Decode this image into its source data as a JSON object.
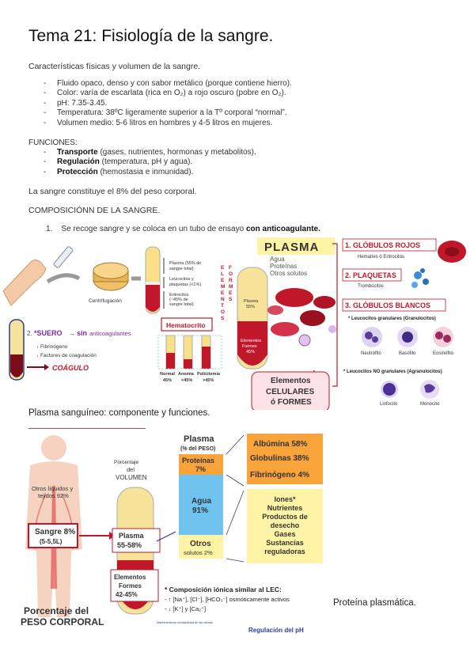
{
  "doc": {
    "title": "Tema 21: Fisiología de la sangre.",
    "subtitle": "Características físicas y volumen de la sangre.",
    "properties": [
      "Fluido opaco, denso y con sabor metálico (porque contiene hierro).",
      "Color: varía de escarlata (rica en O₂) a rojo oscuro (pobre en O₂).",
      "pH: 7.35-3.45.",
      "Temperatura: 38ºC ligeramente superior a la Tº corporal “normal”.",
      "Volumen medio: 5-6 litros en hombres y 4-5 litros en mujeres."
    ],
    "functions_heading": "FUNCIONES:",
    "functions": [
      {
        "term": "Transporte",
        "desc": " (gases, nutrientes, hormonas y metabolitos)."
      },
      {
        "term": "Regulación",
        "desc": " (temperatura, pH y agua)."
      },
      {
        "term": "Protección",
        "desc": " (hemostasia e inmunidad)."
      }
    ],
    "percent_line": "La sangre constituye el 8% del peso corporal.",
    "composition_heading": "COMPOSICIÓNN DE LA SANGRE.",
    "step1_number": "1.",
    "step1_text": "Se recoge sangre y se coloca en un tubo de ensayo ",
    "step1_bold": "con anticoagulante.",
    "plasma_caption": "Plasma sanguíneo: componente y funciones.",
    "protein_caption": "Proteína plasmática."
  },
  "fig1": {
    "centrifuge_label": "Centrifugación",
    "tube_plasma": [
      "Plasma (55% de",
      "sangre total)"
    ],
    "tube_leuco": [
      "Leucocitos y",
      "plaquetas (<1%)"
    ],
    "tube_eri": [
      "Eritrocitos",
      "(~45% de",
      "sangre total)"
    ],
    "hematocrito": "Hematocrito",
    "bars_labels": [
      "Normal",
      "Anemia",
      "Policitemia"
    ],
    "bars_values": [
      "45%",
      "<45%",
      ">45%"
    ],
    "vertical_elementos": "ELEMENTOS",
    "vertical_formes": "FORMES",
    "suero_number": "2.",
    "suero_label": "*SUERO",
    "suero_sin": "sin",
    "suero_anti": "anticoagulantes",
    "suero_items": [
      "↓ Fibrinógeno",
      "↓ Factores de coagulación"
    ],
    "coagulo": "COÁGULO",
    "plasma_title": "PLASMA",
    "plasma_items": [
      "Agua",
      "Proteínas",
      "Otros solutos"
    ],
    "big_tube_plasma": [
      "Plasma",
      "55%"
    ],
    "big_tube_elem": [
      "Elementos",
      "Formes",
      "45%"
    ],
    "elem_box": [
      "Elementos",
      "CELULARES",
      "ó FORMES"
    ],
    "rbc_title": "1. GLÓBULOS ROJOS",
    "rbc_sub": "Hematíes ó Eritrocitos",
    "plaq_title": "2. PLAQUETAS",
    "plaq_sub": "Trombocitos",
    "wbc_title": "3. GLÓBULOS BLANCOS",
    "granular_label": "* Leucocitos granulares  (Granulocitos)",
    "granular_cells": [
      "Neutrófilo",
      "Basófilo",
      "Eosinófilo"
    ],
    "agranular_label": "* Leucocitos NO granulares (Agranulocitos)",
    "agranular_cells": [
      "Linfocito",
      "Monocito"
    ]
  },
  "fig2": {
    "otros_liquidos": [
      "Otros líquidos y",
      "tejidos 92%"
    ],
    "sangre_box": [
      "Sangre 8%",
      "(5-5,5L)"
    ],
    "peso_label": [
      "Porcentaje del",
      "PESO CORPORAL"
    ],
    "volumen_label": [
      "Porcentaje",
      "del",
      "VOLUMEN"
    ],
    "plasma_box": [
      "Plasma",
      "55-58%"
    ],
    "elem_box": [
      "Elementos",
      "Formes",
      "42-45%"
    ],
    "plasma_peso": [
      "Plasma",
      "(% del PESO)"
    ],
    "proteinas": [
      "Proteínas",
      "7%"
    ],
    "agua": [
      "Agua",
      "91%"
    ],
    "otros": [
      "Otros",
      "solutos 2%"
    ],
    "proteins_list": [
      "Albúmina 58%",
      "Globulinas 38%",
      "Fibrinógeno 4%"
    ],
    "solutes_list": [
      "Iones*",
      "Nutrientes",
      "Productos de",
      "desecho",
      "Gases",
      "Sustancias",
      "reguladoras"
    ],
    "ionic_title": "* Composición iónica similar al LEC:",
    "ionic_line1": "- ↑ [Na⁺], [Cl⁻], [HCO₃⁻] osmóticamente activos",
    "ionic_line2": "- ↓ [K⁺] y [Ca₂⁺]",
    "small_note": "Mantenimiento excitabilidad de las células",
    "ph_note": "Regulación del pH"
  },
  "colors": {
    "blood_red": "#c0182a",
    "plasma_yellow": "#f6d34a",
    "blue_title": "#2a3f9a",
    "water_blue": "#6fc3ee",
    "orange": "#f8a43a",
    "soft_yellow": "#fff3a6"
  }
}
